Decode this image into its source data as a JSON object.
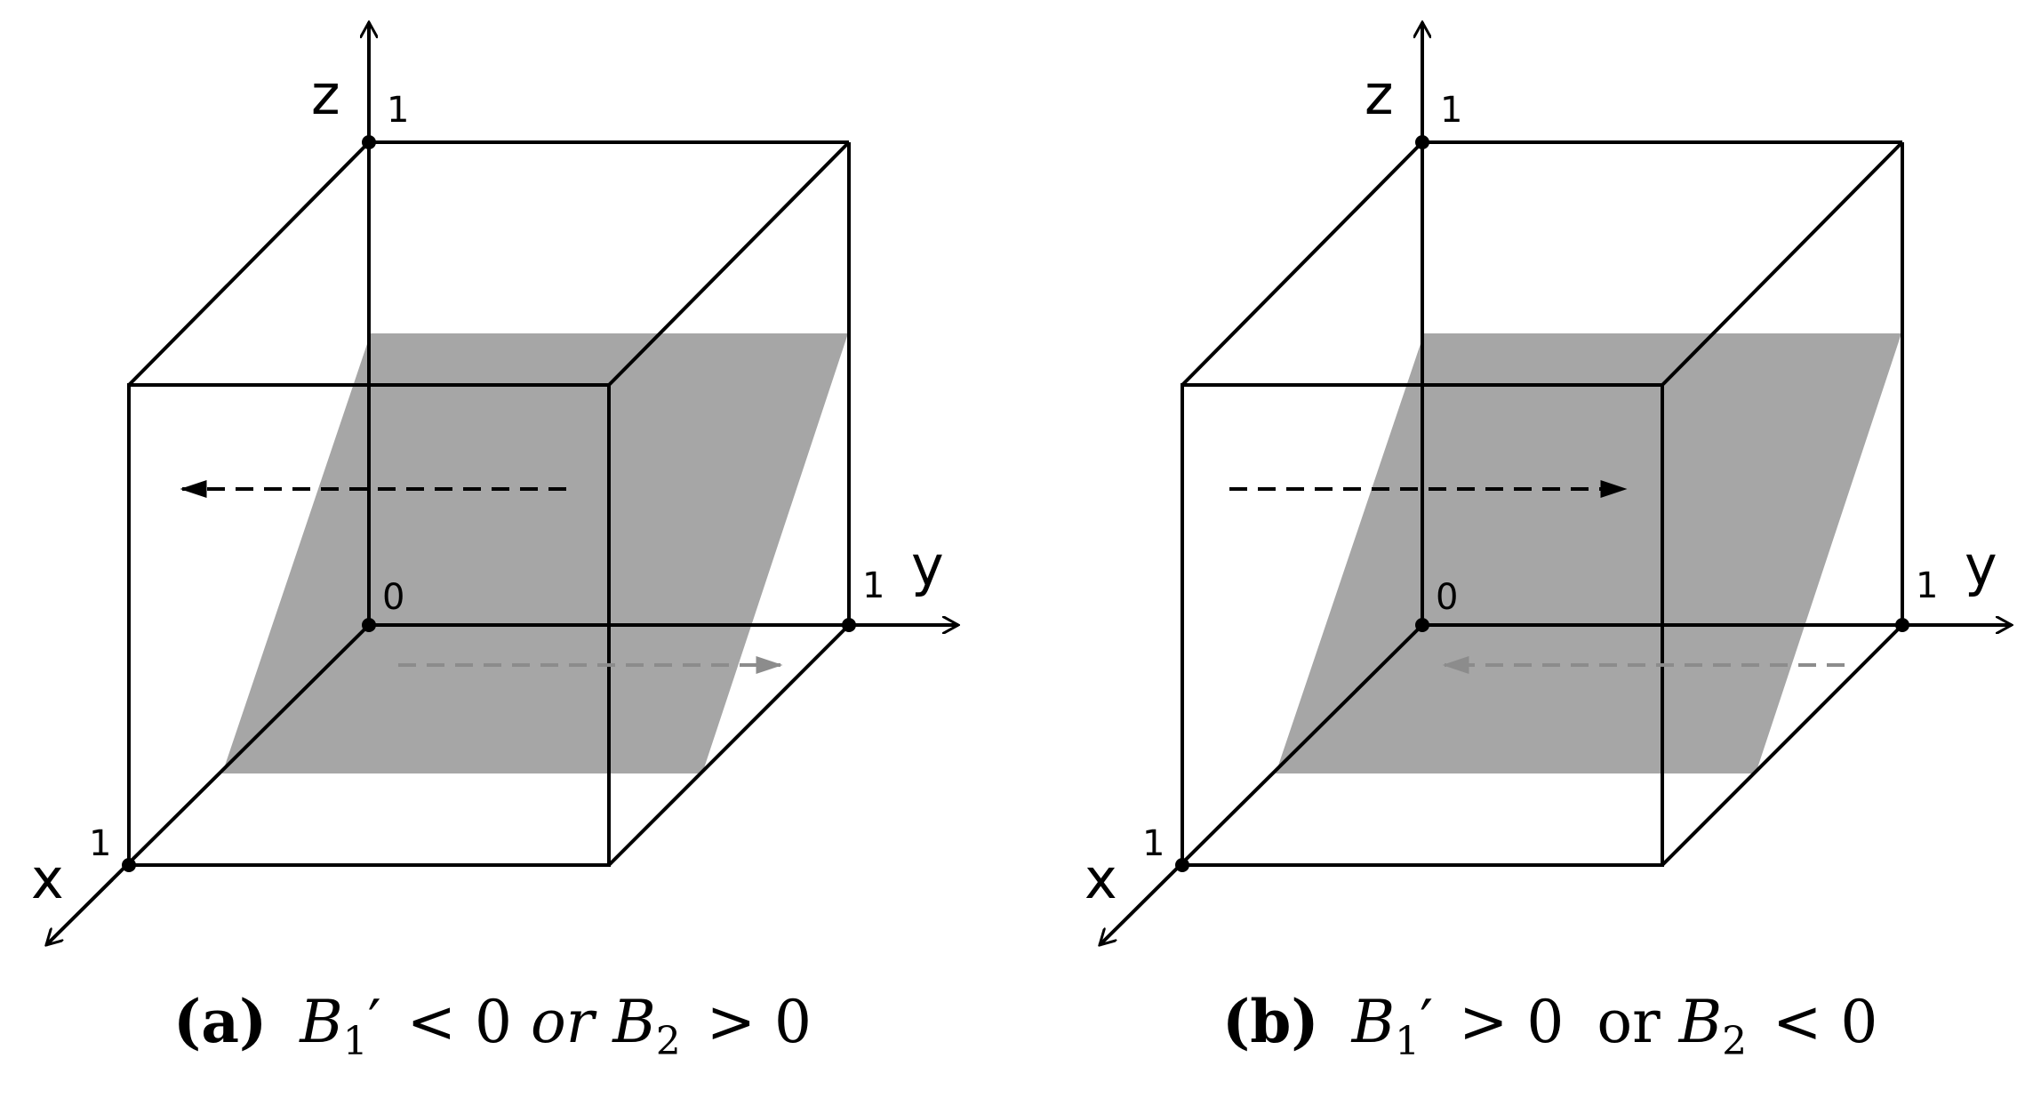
{
  "panels": [
    {
      "id": "a",
      "axes": {
        "x": "x",
        "y": "y",
        "z": "z"
      },
      "ticks": {
        "origin": "0",
        "x_end": "1",
        "y_end": "1",
        "z_end": "1"
      },
      "colors": {
        "plane": "#a6a6a6",
        "lower_arrow": "#8c8c8c",
        "edges": "#000000"
      },
      "upper_arrow_direction": "left",
      "lower_arrow_direction": "right",
      "caption": {
        "label": "(a)",
        "b1": "B",
        "b1_sub": "1",
        "prime": "′",
        "rel1": "< 0",
        "connector": "or",
        "b2": "B",
        "b2_sub": "2",
        "rel2": "> 0"
      }
    },
    {
      "id": "b",
      "axes": {
        "x": "x",
        "y": "y",
        "z": "z"
      },
      "ticks": {
        "origin": "0",
        "x_end": "1",
        "y_end": "1",
        "z_end": "1"
      },
      "colors": {
        "plane": "#a6a6a6",
        "lower_arrow": "#8c8c8c",
        "edges": "#000000"
      },
      "upper_arrow_direction": "right",
      "lower_arrow_direction": "left",
      "caption": {
        "label": "(b)",
        "b1": "B",
        "b1_sub": "1",
        "prime": "′",
        "rel1": "> 0",
        "connector": "or",
        "b2": "B",
        "b2_sub": "2",
        "rel2": "< 0"
      }
    }
  ]
}
